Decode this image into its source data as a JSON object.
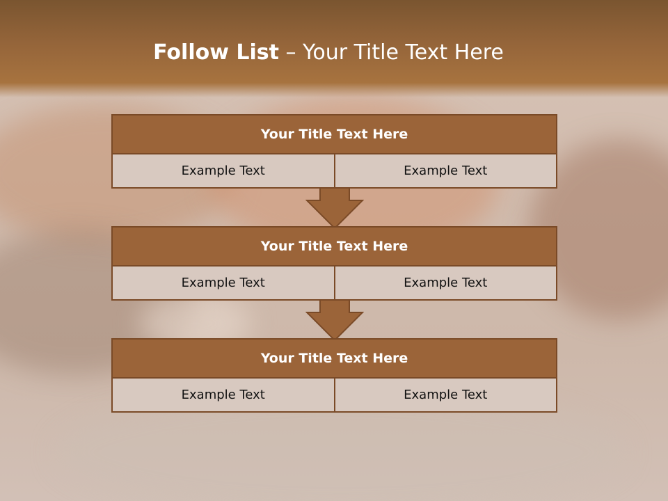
{
  "slide": {
    "title_bold": "Follow List",
    "title_rest": " – Your Title Text Here"
  },
  "blocks": [
    {
      "title": "Your Title Text Here",
      "left": "Example Text",
      "right": "Example Text"
    },
    {
      "title": "Your Title Text Here",
      "left": "Example Text",
      "right": "Example Text"
    },
    {
      "title": "Your Title Text Here",
      "left": "Example Text",
      "right": "Example Text"
    }
  ],
  "colors": {
    "header_fill": "#9b6439",
    "border": "#7a4a27",
    "cell_fill": "#d8c9c0"
  },
  "icons": [
    "down-arrow-icon",
    "down-arrow-icon"
  ]
}
